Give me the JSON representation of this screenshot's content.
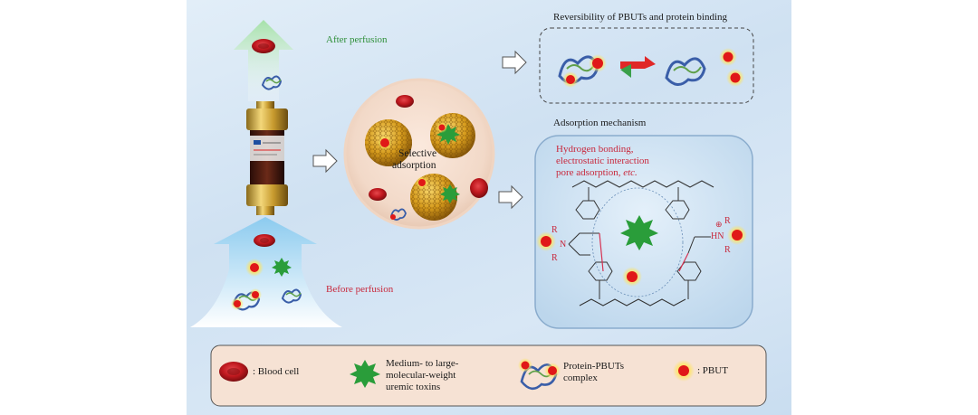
{
  "labels": {
    "after_perfusion": "After perfusion",
    "before_perfusion": "Before perfusion",
    "selective_adsorption_1": "Selective",
    "selective_adsorption_2": "adsorption",
    "reversibility_title": "Reversibility of PBUTs and protein binding",
    "mechanism_title": "Adsorption mechanism",
    "mechanism_line1": "Hydrogen bonding,",
    "mechanism_line2": "electrostatic interaction",
    "mechanism_line3": "pore adsorption, ",
    "mechanism_line3_etc": "etc.",
    "chem_N": "N",
    "chem_R": "R",
    "chem_HN": "HN",
    "chem_plus": "⊕"
  },
  "legend": {
    "blood_cell": ": Blood cell",
    "toxins_line1": "Medium- to large-",
    "toxins_line2": "molecular-weight",
    "toxins_line3": "uremic toxins",
    "complex_line1": "Protein-PBUTs",
    "complex_line2": "complex",
    "pbut": ": PBUT"
  },
  "colors": {
    "background_panel": "#d4e5f4",
    "blood_cell": "#c0191f",
    "toxin_green": "#2a9d3a",
    "pbut_red": "#e01818",
    "pbut_glow": "#ffe45a",
    "arrow_green": "#9fe0a0",
    "arrow_blue": "#9fd1f0",
    "legend_fill": "#f6e2d4",
    "mechanism_text": "#c8283c",
    "label_green": "#2f8f3a"
  }
}
